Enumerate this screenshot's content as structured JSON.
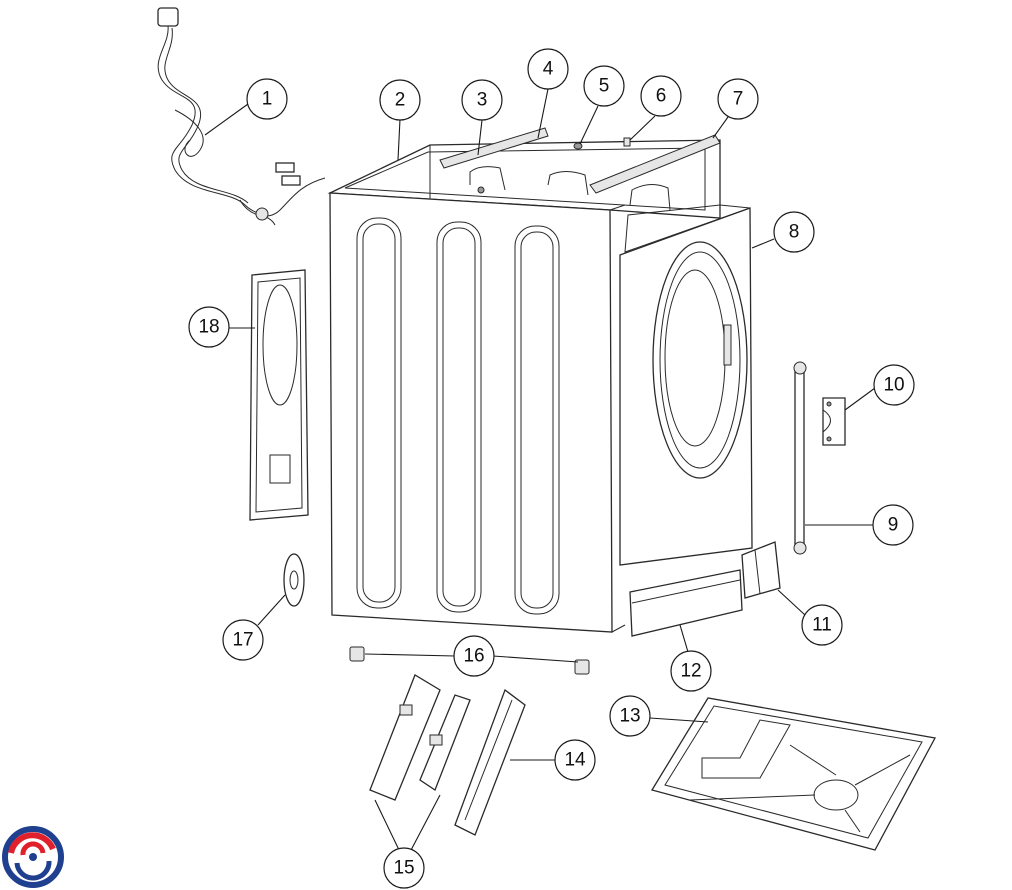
{
  "diagram": {
    "callouts": [
      {
        "label": "1"
      },
      {
        "label": "2"
      },
      {
        "label": "3"
      },
      {
        "label": "4"
      },
      {
        "label": "5"
      },
      {
        "label": "6"
      },
      {
        "label": "7"
      },
      {
        "label": "8"
      },
      {
        "label": "9"
      },
      {
        "label": "10"
      },
      {
        "label": "11"
      },
      {
        "label": "12"
      },
      {
        "label": "13"
      },
      {
        "label": "14"
      },
      {
        "label": "15"
      },
      {
        "label": "16"
      },
      {
        "label": "17"
      },
      {
        "label": "18"
      }
    ]
  },
  "colors": {
    "line": "#2a2a2a",
    "logo_blue": "#1f3f8f",
    "logo_red": "#e0202a"
  },
  "logo": {
    "icon": "brand-swirl-logo-icon"
  }
}
